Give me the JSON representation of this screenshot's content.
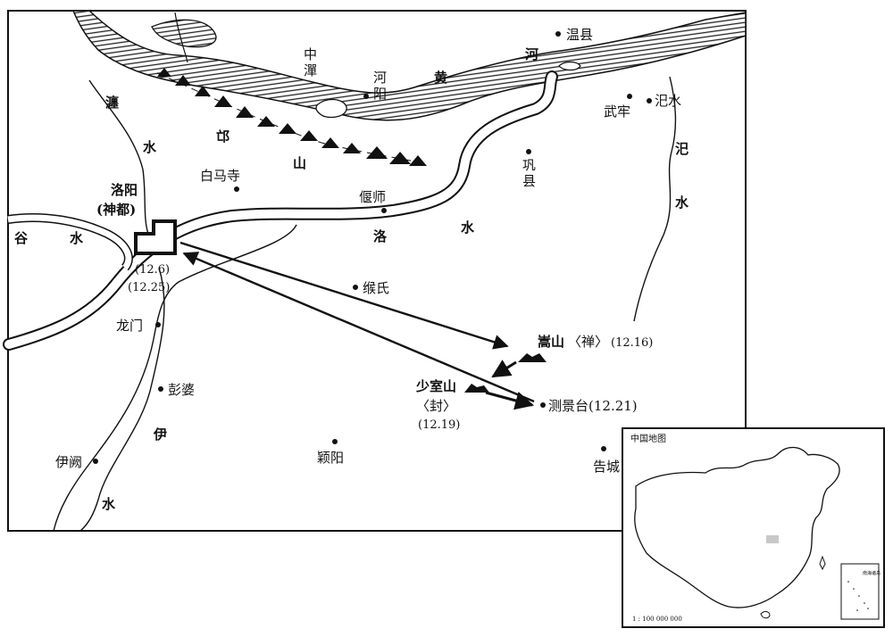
{
  "places": {
    "wenxian": "温县",
    "zhongtan_1": "中",
    "zhongtan_2": "潬",
    "heyang_1": "河",
    "heyang_2": "阳",
    "wulao": "武牢",
    "sishui_town": "汜水",
    "gongxian_1": "巩",
    "gongxian_2": "县",
    "baimasi": "白马寺",
    "luoyang": "洛阳",
    "shendu": "(神都)",
    "yanshi": "偃师",
    "goushi": "缑氏",
    "longmen": "龙门",
    "pengpo": "彭婆",
    "yique": "伊阙",
    "yingyang": "颖阳",
    "gaocheng": "告城"
  },
  "rivers": {
    "huang": "黄",
    "he": "河",
    "chan_1": "瀍",
    "chan_2": "水",
    "mang_1": "邙",
    "mang_2": "山",
    "gu": "谷",
    "gu_shui": "水",
    "luo": "洛",
    "luo_shui": "水",
    "si_1": "汜",
    "si_2": "水",
    "yi_1": "伊",
    "yi_2": "水"
  },
  "route": {
    "luoyang_date_1": "(12.6)",
    "luoyang_date_2": "(12.25)",
    "songshan": "嵩山",
    "songshan_ritual": "〈禅〉",
    "songshan_date": "(12.16)",
    "shaoshishan": "少室山",
    "shaoshi_ritual": "〈封〉",
    "shaoshi_date": "(12.19)",
    "cejingtai": "测景台(12.21)"
  },
  "inset": {
    "title": "中国地图",
    "scale": "1 : 100 000 000",
    "nanhai": "南海诸岛"
  },
  "colors": {
    "ink": "#111111",
    "highlight": "#c8c8c8",
    "background": "#ffffff"
  }
}
